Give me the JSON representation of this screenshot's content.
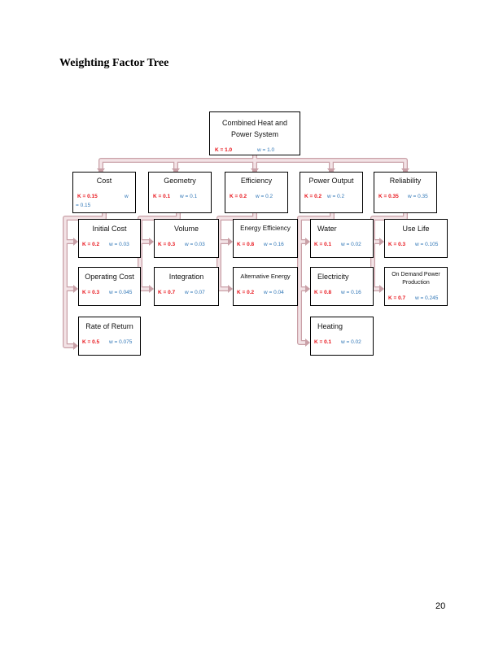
{
  "title": "Weighting Factor Tree",
  "page_number": "20",
  "colors": {
    "k_text": "#e8141b",
    "w_text": "#2e75b6",
    "connector_fill": "#f3e3e6",
    "connector_stroke": "#c9a0a7"
  },
  "root": {
    "name_line1": "Combined Heat and",
    "name_line2": "Power System",
    "k": "K = 1.0",
    "w": "w = 1.0"
  },
  "criteria": [
    {
      "name": "Cost",
      "k": "K = 0.15",
      "w": "w",
      "w2": "= 0.15",
      "children": [
        {
          "name": "Initial Cost",
          "k": "K = 0.2",
          "w": "w = 0.03"
        },
        {
          "name": "Operating Cost",
          "k": "K = 0.3",
          "w": "w = 0.045"
        },
        {
          "name": "Rate of Return",
          "k": "K = 0.5",
          "w": "w = 0.075"
        }
      ]
    },
    {
      "name": "Geometry",
      "k": "K = 0.1",
      "w": "w = 0.1",
      "children": [
        {
          "name": "Volume",
          "k": "K = 0.3",
          "w": "w = 0.03"
        },
        {
          "name": "Integration",
          "k": "K = 0.7",
          "w": "w = 0.07"
        }
      ]
    },
    {
      "name": "Efficiency",
      "k": "K = 0.2",
      "w": "w = 0.2",
      "children": [
        {
          "name": "Energy Efficiency",
          "k": "K = 0.8",
          "w": "w = 0.16"
        },
        {
          "name": "Alternative Energy",
          "k": "K = 0.2",
          "w": "w = 0.04"
        }
      ]
    },
    {
      "name": "Power Output",
      "k": "K = 0.2",
      "w": "w = 0.2",
      "children": [
        {
          "name": "Water",
          "k": "K = 0.1",
          "w": "w = 0.02"
        },
        {
          "name": "Electricity",
          "k": "K = 0.8",
          "w": "w = 0.16"
        },
        {
          "name": "Heating",
          "k": "K = 0.1",
          "w": "w = 0.02"
        }
      ]
    },
    {
      "name": "Reliability",
      "k": "K = 0.35",
      "w": "w = 0.35",
      "children": [
        {
          "name": "Use Life",
          "k": "K = 0.3",
          "w": "w = 0.105"
        },
        {
          "name": "On Demand Power",
          "name_line2": "Production",
          "k": "K = 0.7",
          "w": "w = 0.245"
        }
      ]
    }
  ]
}
